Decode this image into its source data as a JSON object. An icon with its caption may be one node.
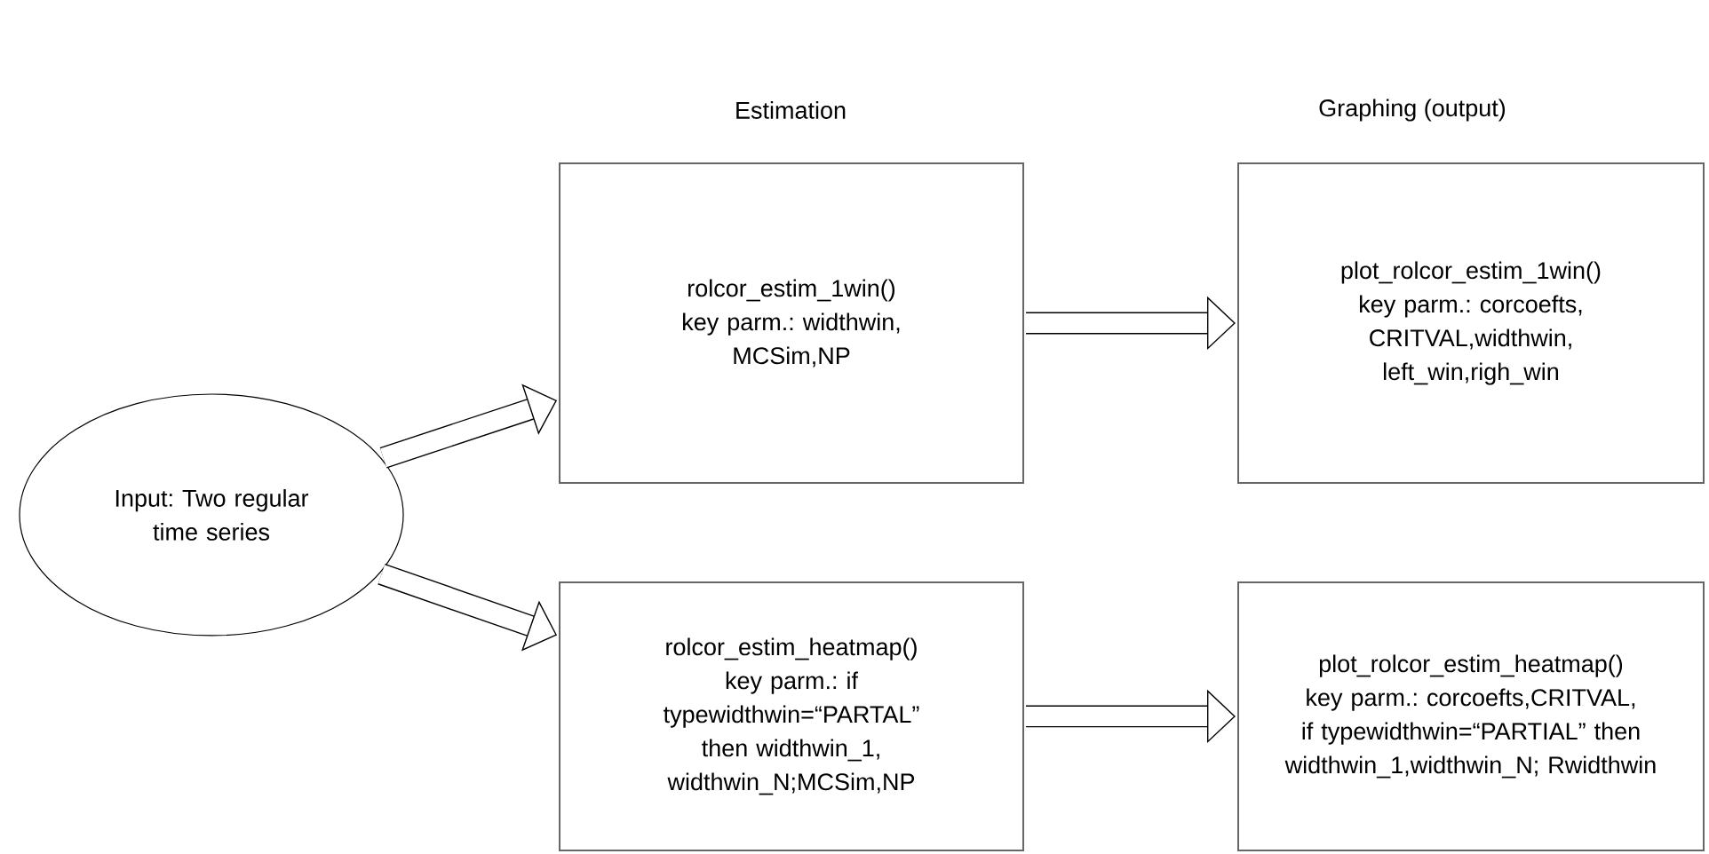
{
  "diagram": {
    "nodes": [
      {
        "text": [
          "Input: Two regular time series"
        ]
      },
      {
        "text": [
          "rolcor_estim_1win() key parm.: widthwin, MCSim,NP"
        ]
      },
      {
        "text": [
          "rolcor_estim_heatmap() key parm.: if typewidthwin=“PARTAL” then widthwin_1, widthwin_N;MCSim,NP"
        ]
      },
      {
        "text": [
          "plot_rolcor_estim_1win() key parm.: corcoefts, CRITVAL,widthwin, left_win,righ_win"
        ]
      },
      {
        "text": [
          "plot_rolcor_estim_heatmap() key parm.: corcoefts,CRITVAL, if typewidthwin=“PARTIAL” then widthwin_1,widthwin_N; Rwidthwin"
        ]
      }
    ],
    "edges": [
      {
        "from": 0,
        "to": 1,
        "arrow": "to"
      },
      {
        "from": 0,
        "to": 2,
        "arrow": "to"
      },
      {
        "from": 1,
        "to": 3,
        "arrow": "to"
      },
      {
        "from": 2,
        "to": 4,
        "arrow": "to"
      }
    ],
    "labels": [
      "Estimation",
      "Graphing (output)"
    ]
  }
}
